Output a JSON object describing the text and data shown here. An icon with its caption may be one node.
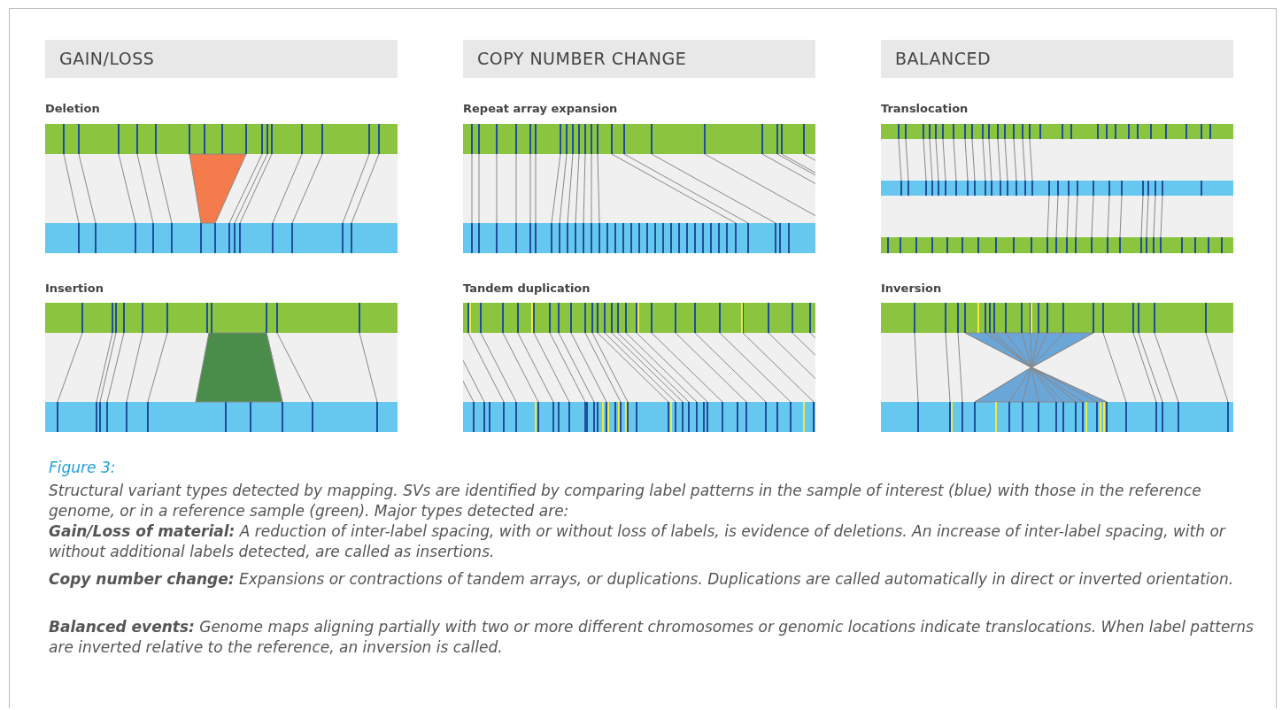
{
  "diagram": {
    "nodes": [
      {
        "text": [
          "GAIN/LOSS"
        ]
      },
      {
        "text": [
          "COPY NUMBER CHANGE"
        ]
      },
      {
        "text": [
          "BALANCED"
        ]
      }
    ],
    "labels": [
      "Deletion",
      "Repeat array expansion",
      "Translocation",
      "Insertion",
      "Tandem duplication",
      "Inversion",
      "Figure 3:",
      "Structural variant types detected by mapping. SVs are identified by comparing label patterns in the sample of interest (blue) with those in the reference genome, or in a reference sample (green). Major types detected are:",
      "**Gain/Loss of material:** A reduction of inter-label spacing, with or without loss of labels, is evidence of deletions. An increase of inter-label spacing, with or without additional labels detected, are called as insertions.",
      "**Copy number change:** Expansions or contractions of tandem arrays, or duplications. Duplications are called automatically in direct or inverted orientation.",
      "**Balanced events:** Genome maps aligning partially with two or more different chromosomes or genomic locations indicate translocations. When label patterns are inverted relative to the reference, an inversion is called."
    ]
  }
}
